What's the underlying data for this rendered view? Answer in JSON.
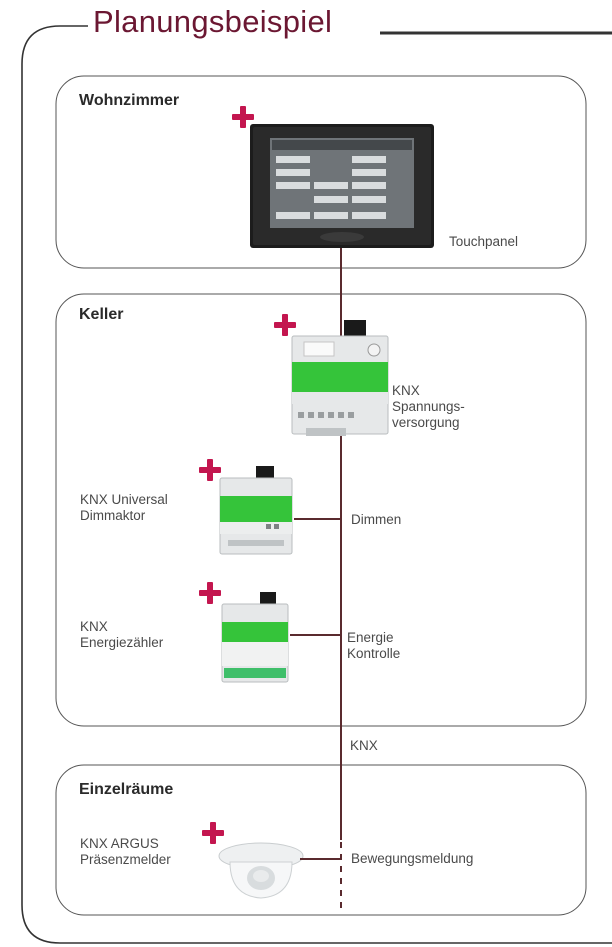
{
  "title": "Planungsbeispiel",
  "sections": {
    "wohnzimmer": "Wohnzimmer",
    "keller": "Keller",
    "einzelraeume": "Einzelräume"
  },
  "devices": {
    "touchpanel": "Touchpanel",
    "spannung_line1": "KNX",
    "spannung_line2": "Spannungs-",
    "spannung_line3": "versorgung",
    "dimm_line1": "KNX Universal",
    "dimm_line2": "Dimmaktor",
    "energie_line1": "KNX",
    "energie_line2": "Energiezähler",
    "argus_line1": "KNX ARGUS",
    "argus_line2": "Präsenzmelder"
  },
  "functions": {
    "dimmen": "Dimmen",
    "energie_line1": "Energie",
    "energie_line2": "Kontrolle",
    "bewegung": "Bewegungsmeldung"
  },
  "bus_label": "KNX",
  "colors": {
    "accent": "#c3164f",
    "title": "#6b1732",
    "line": "#5a2a2e",
    "device_green": "#35c43a"
  }
}
